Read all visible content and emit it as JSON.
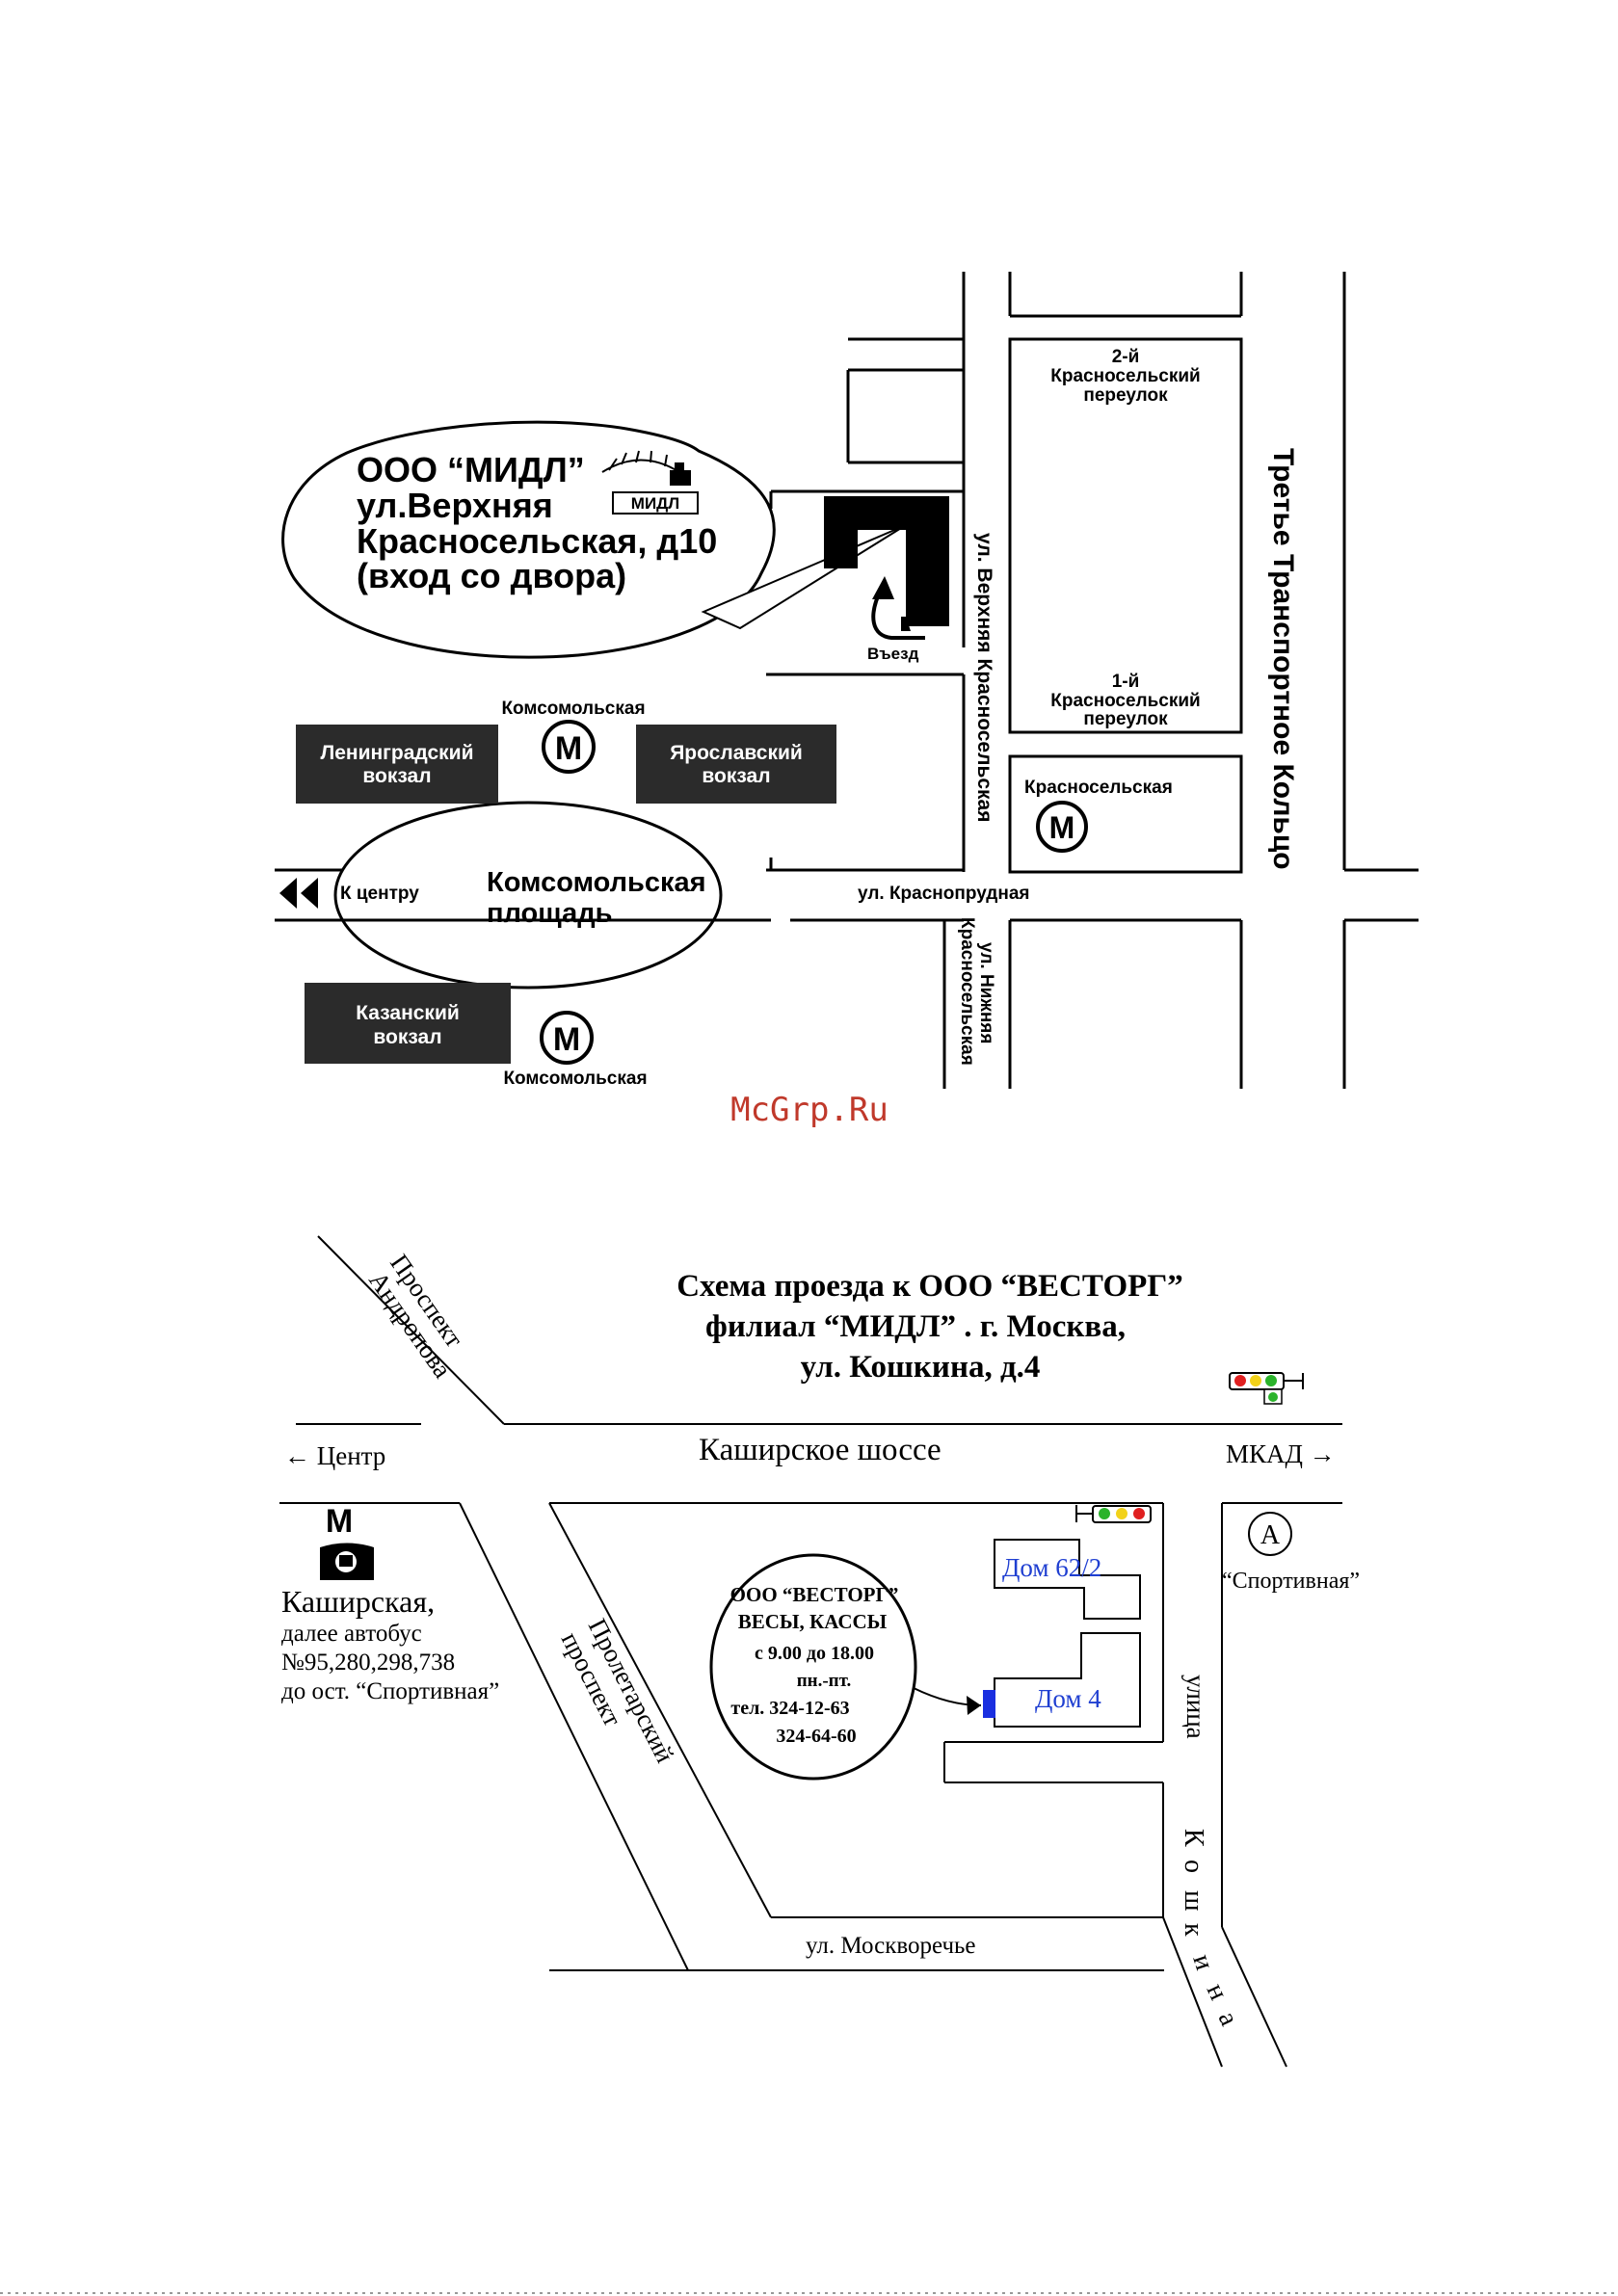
{
  "map1": {
    "company_line1": "ООО “МИДЛ”",
    "company_line2": "ул.Верхняя",
    "company_line3": "Красносельская, д10",
    "company_line4": "(вход со двора)",
    "logo_text": "МИДЛ",
    "entrance": "Въезд",
    "lane2": [
      "2-й",
      "Красносельский",
      "переулок"
    ],
    "lane1": [
      "1-й",
      "Красносельский",
      "переулок"
    ],
    "ring_road": "Третье Транспортное Кольцо",
    "upper_street": "ул. Верхняя Красносельская",
    "lower_street": [
      "ул. Нижняя",
      "Красносельская"
    ],
    "metro_komsomolskaya": "Комсомольская",
    "metro_krasnoselskaya": "Красносельская",
    "metro_symbol": "М",
    "leningradsky": [
      "Ленинградский",
      "вокзал"
    ],
    "yaroslavsky": [
      "Ярославский",
      "вокзал"
    ],
    "kazansky": [
      "Казанский",
      "вокзал"
    ],
    "square": [
      "Комсомольская",
      "площадь"
    ],
    "to_center": "К центру",
    "krasnoprudnaya": "ул. Краснопрудная"
  },
  "watermark": "McGrp.Ru",
  "map2": {
    "title_line1": "Схема проезда к ООО “ВЕСТОРГ”",
    "title_line2": "филиал “МИДЛ” .    г. Москва,",
    "title_line3": "ул. Кошкина, д.4",
    "andropova": [
      "Проспект",
      "Андропова"
    ],
    "center": "← Центр",
    "kashirskoe": "Каширское шоссе",
    "mkad": "МКАД →",
    "metro_letter": "М",
    "bus_line1": "Каширская,",
    "bus_line2": "далее автобус",
    "bus_line3": "№95,280,298,738",
    "bus_line4": "до ост. “Спортивная”",
    "proletarsky": [
      "Пролетарский",
      "проспект"
    ],
    "bubble": [
      "ООО “ВЕСТОРГ”",
      "ВЕСЫ, КАССЫ",
      "с 9.00 до 18.00",
      "пн.-пт.",
      "тел. 324-12-63",
      "324-64-60"
    ],
    "house_62": "Дом 62/2",
    "house_4": "Дом 4",
    "bus_stop_letter": "А",
    "sportivnaya": "“Спортивная”",
    "koshkina_street": "улица",
    "koshkina_letters": [
      "К",
      "о",
      "ш",
      "к",
      "и",
      "н",
      "а"
    ],
    "moskvorechye": "ул. Москворечье"
  },
  "colors": {
    "ink": "#000000",
    "block_fill": "#2b2b2b",
    "watermark": "#c0392b",
    "house_text": "#1f3fd1",
    "marker": "#1a2fe0",
    "light_red": "#e02020",
    "light_yellow": "#f2d21a",
    "light_green": "#2bb32b"
  }
}
